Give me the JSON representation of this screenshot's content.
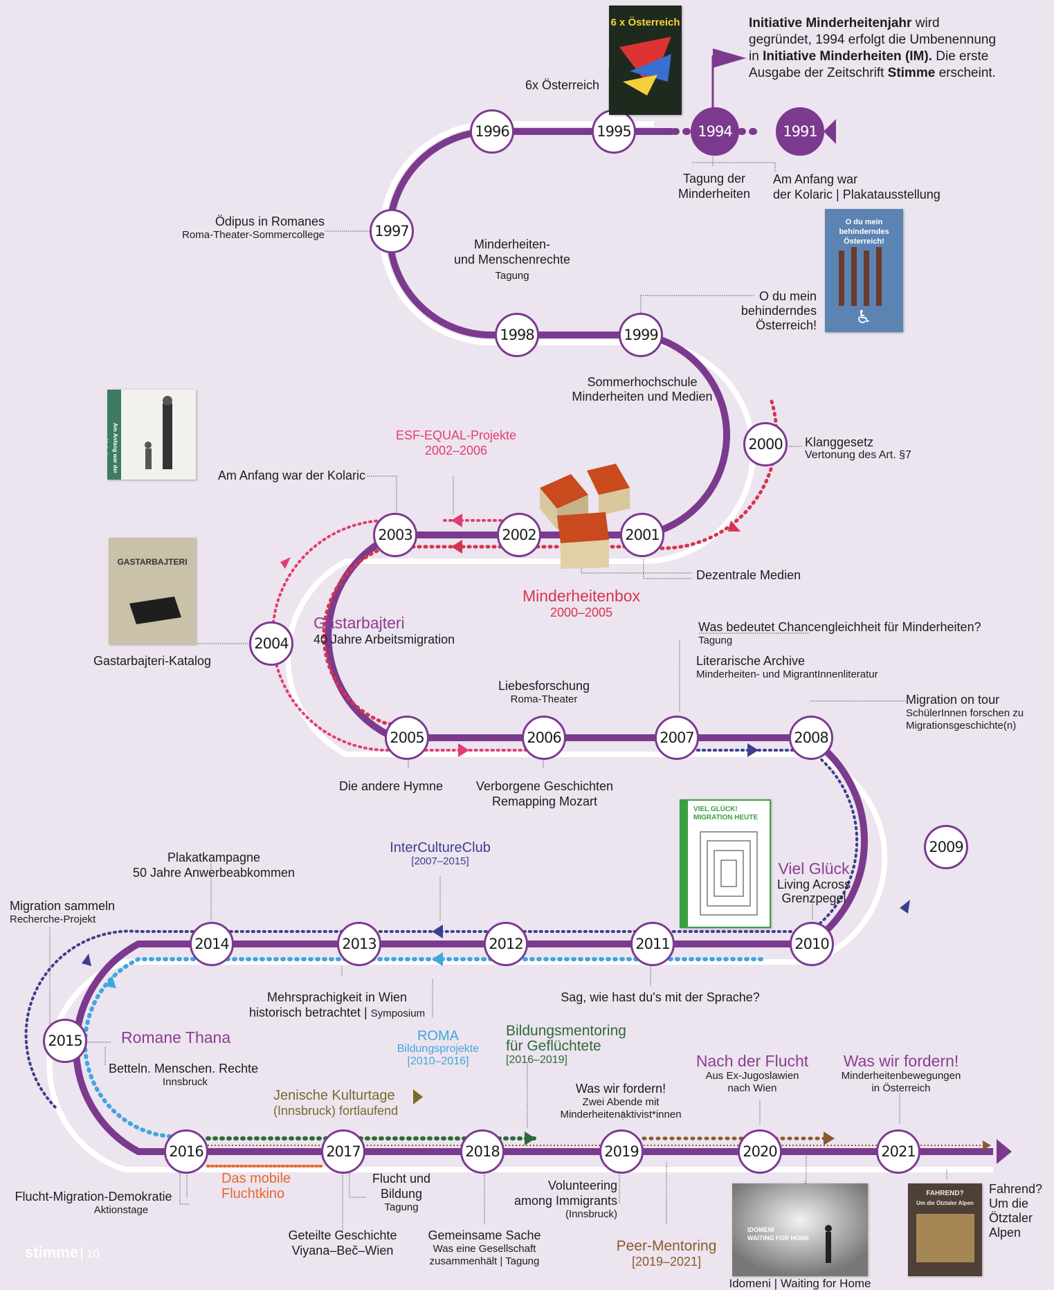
{
  "colors": {
    "track": "#7b3a8e",
    "background": "#ece4ef",
    "pink": "#e23c72",
    "red": "#d7334f",
    "blue": "#3b3f8c",
    "lightblue": "#41a6dd",
    "green": "#2d6b37",
    "olive": "#7a6a2d",
    "orange": "#e5682e",
    "brown": "#8a5a2a"
  },
  "years": {
    "y1991": "1991",
    "y1994": "1994",
    "y1995": "1995",
    "y1996": "1996",
    "y1997": "1997",
    "y1998": "1998",
    "y1999": "1999",
    "y2000": "2000",
    "y2001": "2001",
    "y2002": "2002",
    "y2003": "2003",
    "y2004": "2004",
    "y2005": "2005",
    "y2006": "2006",
    "y2007": "2007",
    "y2008": "2008",
    "y2009": "2009",
    "y2010": "2010",
    "y2011": "2011",
    "y2012": "2012",
    "y2013": "2013",
    "y2014": "2014",
    "y2015": "2015",
    "y2016": "2016",
    "y2017": "2017",
    "y2018": "2018",
    "y2019": "2019",
    "y2020": "2020",
    "y2021": "2021"
  },
  "intro": {
    "l1a": "Initiative Minderheitenjahr",
    "l1b": " wird",
    "l2": "gegründet, 1994 erfolgt die Umbenennung",
    "l3a": "in ",
    "l3b": "Initiative Minderheiten (IM).",
    "l3c": " Die erste",
    "l4a": "Ausgabe der Zeitschrift ",
    "l4b": "Stimme",
    "l4c": " erscheint."
  },
  "labels": {
    "oesterreich6x": "6x Österreich",
    "tagung_der_1": "Tagung der",
    "tagung_der_2": "Minderheiten",
    "kolaric_1": "Am Anfang war",
    "kolaric_2": "der Kolaric | Plakatausstellung",
    "oedipus": "Ödipus in Romanes",
    "oedipus_sub": "Roma-Theater-Sommercollege",
    "mr_1": "Minderheiten-",
    "mr_2": "und Menschenrechte",
    "mr_sub": "Tagung",
    "odu_1": "O du mein",
    "odu_2": "behinderndes",
    "odu_3": "Österreich!",
    "sommer_1": "Sommerhochschule",
    "sommer_2": "Minderheiten und Medien",
    "klang_1": "Klanggesetz",
    "klang_2": "Vertonung des Art. §7",
    "esf_1": "ESF-EQUAL-Projekte",
    "esf_2": "2002–2006",
    "kolaric2003": "Am Anfang war der Kolaric",
    "dezentrale": "Dezentrale Medien",
    "mbox_1": "Minderheitenbox",
    "mbox_2": "2000–2005",
    "gast_title": "Gastarbajteri",
    "gast_sub": "40 Jahre Arbeitsmigration",
    "gast_katalog": "Gastarbajteri-Katalog",
    "chancen": "Was bedeutet Chancengleichheit für Minderheiten?",
    "chancen_sub": "Tagung",
    "lit": "Literarische Archive",
    "lit_sub": "Minderheiten- und MigrantInnenliteratur",
    "liebe": "Liebesforschung",
    "liebe_sub": "Roma-Theater",
    "mot": "Migration on tour",
    "mot_sub1": "SchülerInnen forschen zu",
    "mot_sub2": "Migrationsgeschichte(n)",
    "hymne": "Die andere Hymne",
    "verborgene_1": "Verborgene Geschichten",
    "verborgene_2": "Remapping Mozart",
    "icc_1": "InterCultureClub",
    "icc_2": "[2007–2015]",
    "plakat_1": "Plakatkampagne",
    "plakat_2": "50 Jahre Anwerbeabkommen",
    "viel_1": "Viel Glück",
    "viel_2": "Living Across",
    "viel_3": "Grenzpegel",
    "msammeln": "Migration sammeln",
    "msammeln_sub": "Recherche-Projekt",
    "mehr_1": "Mehrsprachigkeit in Wien",
    "mehr_2a": "historisch betrachtet | ",
    "mehr_2b": "Symposium",
    "sag": "Sag, wie hast du's mit der Sprache?",
    "romane": "Romane Thana",
    "roma_1": "ROMA",
    "roma_2": "Bildungsprojekte",
    "roma_3": "[2010–2016]",
    "bm_1": "Bildungsmentoring",
    "bm_2": "für Geflüchtete",
    "bm_3": "[2016–2019]",
    "betteln": "Betteln. Menschen. Rechte",
    "betteln_sub": "Innsbruck",
    "jenisch_1": "Jenische Kulturtage",
    "jenisch_2": "(Innsbruck) fortlaufend",
    "wwf_1": "Was wir fordern!",
    "wwf_2": "Zwei Abende mit",
    "wwf_3": "Minderheitenaktivist*innen",
    "ndf": "Nach der Flucht",
    "ndf_1": "Aus Ex-Jugoslawien",
    "ndf_2": "nach Wien",
    "wwf2": "Was wir fordern!",
    "wwf2_1": "Minderheitenbewegungen",
    "wwf2_2": "in Österreich",
    "flucht_demo": "Flucht-Migration-Demokratie",
    "flucht_demo_sub": "Aktionstage",
    "fluchtkino_1": "Das mobile",
    "fluchtkino_2": "Fluchtkino",
    "fub_1": "Flucht und",
    "fub_2": "Bildung",
    "fub_3": "Tagung",
    "vol_1": "Volunteering",
    "vol_2": "among Immigrants",
    "vol_3": "(Innsbruck)",
    "geteilte_1": "Geteilte Geschichte",
    "geteilte_2": "Viyana–Beč–Wien",
    "gemeinsam": "Gemeinsame Sache",
    "gemeinsam_1": "Was eine Gesellschaft",
    "gemeinsam_2": "zusammenhält | Tagung",
    "peer_1": "Peer-Mentoring",
    "peer_2": "[2019–2021]",
    "idomeni": "Idomeni  |  Waiting for Home",
    "fahrend_1": "Fahrend?",
    "fahrend_2": "Um die",
    "fahrend_3": "Ötztaler",
    "fahrend_4": "Alpen"
  },
  "books": {
    "b1995_a": "6 x Österreich",
    "b1999_a": "O du mein behinderndes Österreich!",
    "b2003_a": "Am Anfang war der Kolaric",
    "b2004_a": "GASTARBAJTERI",
    "b2010_a": "VIEL GLÜCK!",
    "b2010_b": "MIGRATION HEUTE",
    "b2020_a": "IDOMENI",
    "b2020_b": "WAITING FOR HOME",
    "b2021_a": "FAHREND?",
    "b2021_b": "Um die Ötztaler Alpen"
  },
  "footer": {
    "brand": "stimme",
    "page": "10"
  }
}
